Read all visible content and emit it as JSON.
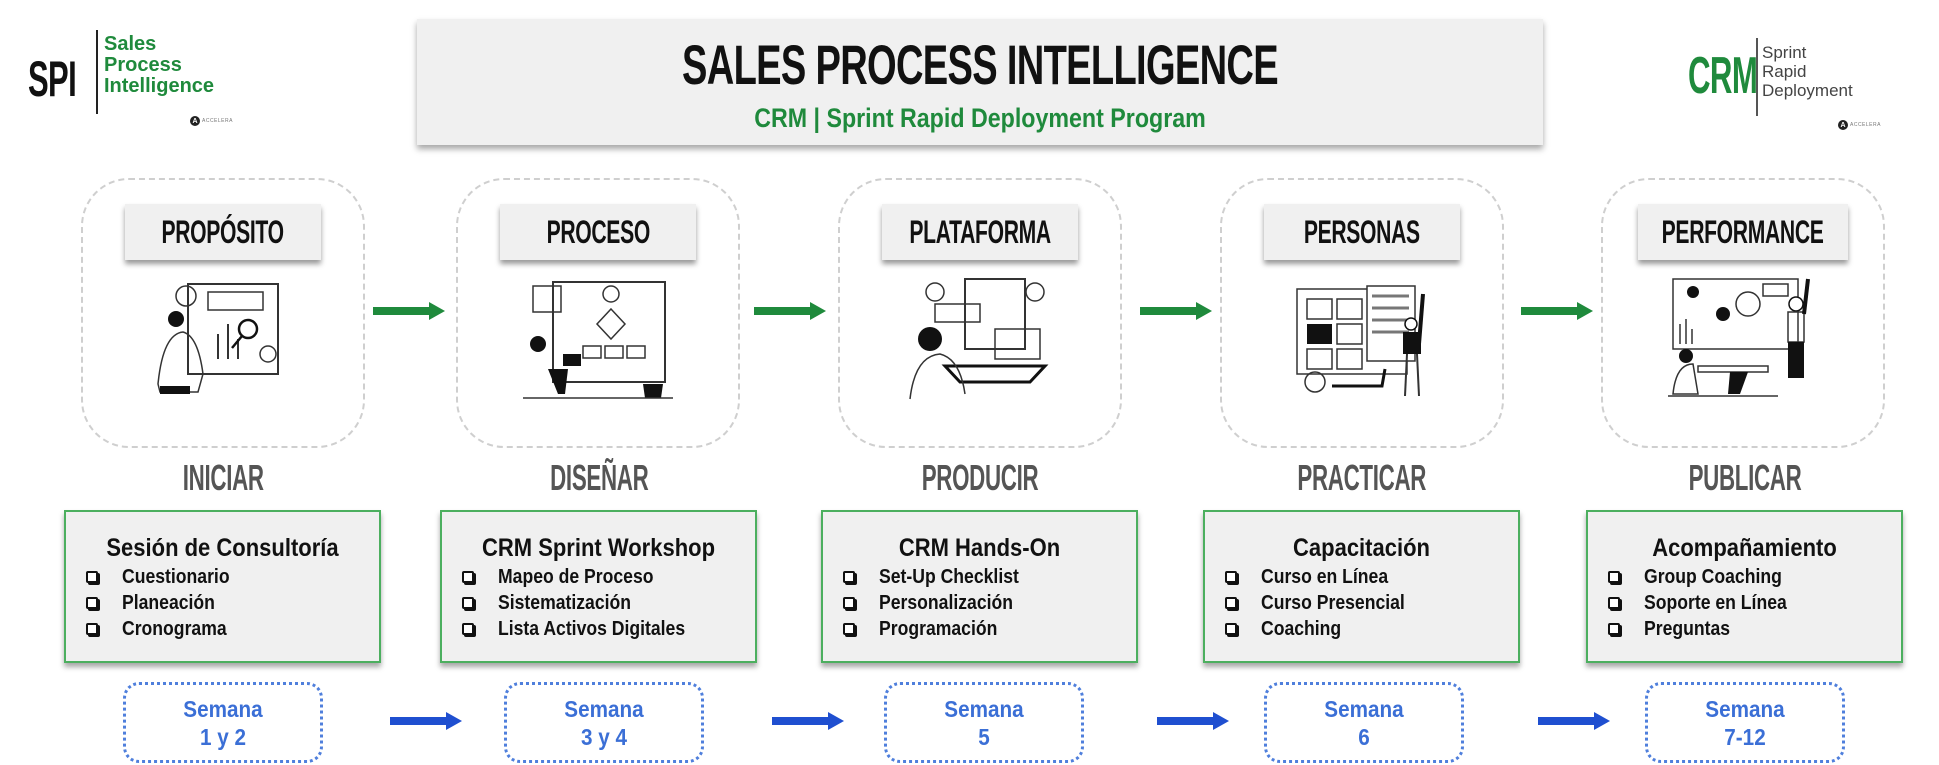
{
  "logo_left": {
    "mark": "SPI",
    "words": [
      "Sales",
      "Process",
      "Intelligence"
    ],
    "badge_letter": "A",
    "badge_text": "ACCELERA"
  },
  "logo_right": {
    "mark": "CRM",
    "words": [
      "Sprint",
      "Rapid",
      "Deployment"
    ],
    "badge_letter": "A",
    "badge_text": "ACCELERA"
  },
  "header": {
    "title": "SALES PROCESS INTELLIGENCE",
    "subtitle": "CRM | Sprint Rapid Deployment Program"
  },
  "colors": {
    "brand_green": "#1f8a3c",
    "box_border_green": "#4caf5f",
    "week_blue": "#3b6fd6",
    "arrow_green": "#1f8a3c",
    "arrow_blue": "#1f4fd0"
  },
  "pillars": [
    {
      "label": "PROPÓSITO",
      "illustration": "strategy-illustration",
      "stage": "INICIAR",
      "task_title": "Sesión de Consultoría",
      "tasks": [
        "Cuestionario",
        "Planeación",
        "Cronograma"
      ],
      "week_label": "Semana",
      "week_value": "1 y 2"
    },
    {
      "label": "PROCESO",
      "illustration": "flowchart-illustration",
      "stage": "DISEÑAR",
      "task_title": "CRM Sprint Workshop",
      "tasks": [
        "Mapeo de Proceso",
        "Sistematización",
        "Lista Activos Digitales"
      ],
      "week_label": "Semana",
      "week_value": "3 y 4"
    },
    {
      "label": "PLATAFORMA",
      "illustration": "platform-illustration",
      "stage": "PRODUCIR",
      "task_title": "CRM Hands-On",
      "tasks": [
        "Set-Up Checklist",
        "Personalización",
        "Programación"
      ],
      "week_label": "Semana",
      "week_value": "5"
    },
    {
      "label": "PERSONAS",
      "illustration": "people-illustration",
      "stage": "PRACTICAR",
      "task_title": "Capacitación",
      "tasks": [
        "Curso en Línea",
        "Curso Presencial",
        "Coaching"
      ],
      "week_label": "Semana",
      "week_value": "6"
    },
    {
      "label": "PERFORMANCE",
      "illustration": "performance-illustration",
      "stage": "PUBLICAR",
      "task_title": "Acompañamiento",
      "tasks": [
        "Group Coaching",
        "Soporte en Línea",
        "Preguntas"
      ],
      "week_label": "Semana",
      "week_value": "7-12"
    }
  ]
}
